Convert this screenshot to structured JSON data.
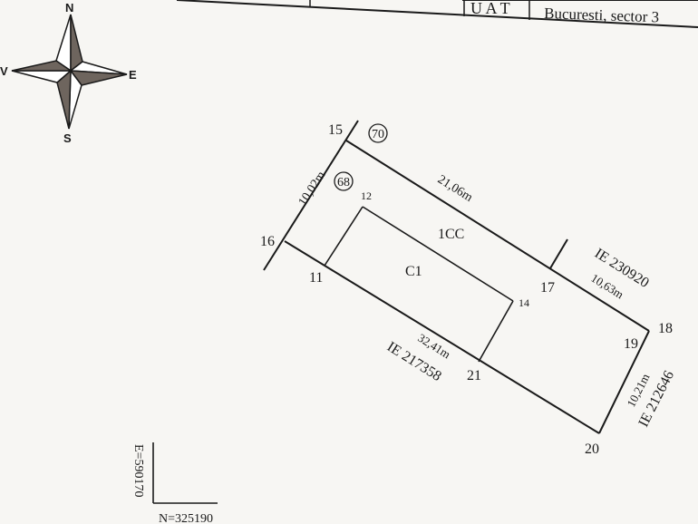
{
  "header_table": {
    "uat_label": "U A T",
    "uat_value": "Bucuresti, sector 3"
  },
  "compass": {
    "north": "N",
    "south": "S",
    "east": "E",
    "west": "V",
    "fill_color": "#6e655e"
  },
  "plan": {
    "points": {
      "p11": "11",
      "p12": "12",
      "p14": "14",
      "p15": "15",
      "p16": "16",
      "p17": "17",
      "p18": "18",
      "p19": "19",
      "p20": "20",
      "p21": "21"
    },
    "lot_numbers": {
      "lot70": "70",
      "lot68": "68"
    },
    "distances": {
      "d15_16": "10,02m",
      "d15_18": "21,06m",
      "d17_18": "10,63m",
      "d16_20": "32,41m",
      "d18_20": "10,21m"
    },
    "neighbors": {
      "north_east": "IE 230920",
      "south_west": "IE 217358",
      "south_east": "IE 212646"
    },
    "buildings": {
      "c1": "C1",
      "icc": "1CC"
    }
  },
  "coordinates": {
    "easting": "E=590170",
    "northing": "N=325190"
  }
}
